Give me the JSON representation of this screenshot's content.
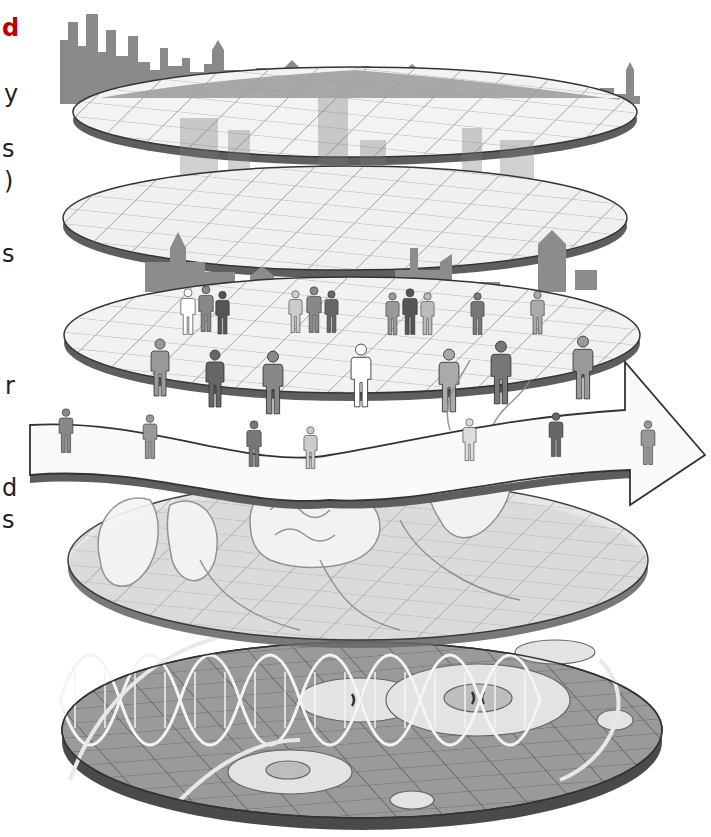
{
  "diagram": {
    "labels": [
      "d",
      "y",
      "s",
      ")",
      "s",
      "r",
      "d",
      "s"
    ]
  }
}
